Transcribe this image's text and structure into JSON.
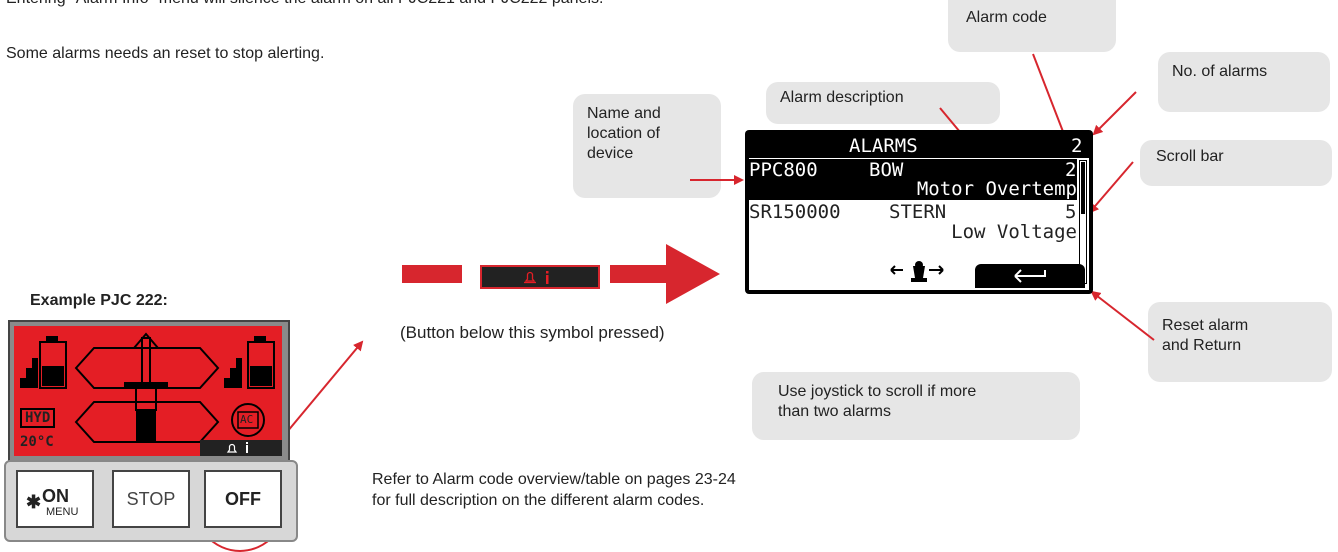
{
  "intro": {
    "line1": "Entering \"Alarm Info\" menu will silence the alarm on all PJC221 and PJC222 panels.",
    "line2": "Some alarms needs an reset to stop alerting."
  },
  "callouts": {
    "alarm_code": "Alarm code",
    "no_of_alarms": "No. of alarms",
    "alarm_description": "Alarm description",
    "name_location": "Name and location of device",
    "scroll_bar": "Scroll bar",
    "reset_return": "Reset alarm and Return",
    "joystick": "Use joystick to scroll if more than two alarms"
  },
  "button_note": "(Button below this symbol pressed)",
  "refer_note": {
    "line1": "Refer to Alarm code overview/table on pages 23-24",
    "line2": "for full description on the different alarm codes."
  },
  "lcd": {
    "title": "ALARMS",
    "count": "2",
    "row1_device": "PPC800",
    "row1_location": "BOW",
    "row1_code": "2",
    "row1_desc": "Motor Overtemp",
    "row2_device": "SR150000",
    "row2_location": "STERN",
    "row2_code": "5",
    "row2_desc": "Low Voltage"
  },
  "example": {
    "title": "Example PJC 222:",
    "hyd_label": "HYD",
    "temp": "20°C",
    "ac_label": "AC",
    "buttons": {
      "on": "ON",
      "menu": "MENU",
      "stop": "STOP",
      "off": "OFF"
    }
  },
  "colors": {
    "accent_red": "#d7262e",
    "callout_bg": "#e6e6e6"
  }
}
